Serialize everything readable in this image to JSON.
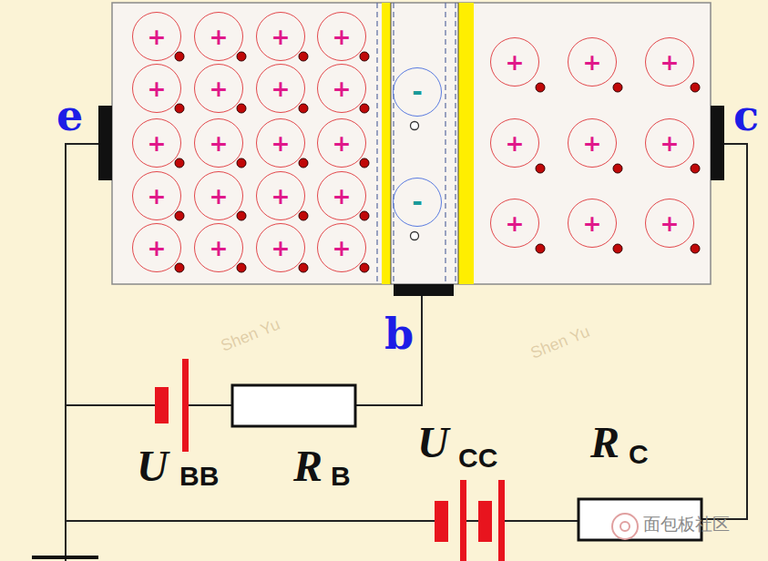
{
  "diagram": {
    "nodes": [
      {
        "text": [
          "+"
        ]
      },
      {
        "text": [
          "+"
        ]
      },
      {
        "text": [
          "+"
        ]
      },
      {
        "text": [
          "+"
        ]
      },
      {
        "text": [
          "+"
        ]
      },
      {
        "text": [
          "+"
        ]
      },
      {
        "text": [
          "+"
        ]
      },
      {
        "text": [
          "+"
        ]
      },
      {
        "text": [
          "+"
        ]
      },
      {
        "text": [
          "+"
        ]
      },
      {
        "text": [
          "+"
        ]
      },
      {
        "text": [
          "+"
        ]
      },
      {
        "text": [
          "+"
        ]
      },
      {
        "text": [
          "+"
        ]
      },
      {
        "text": [
          "+"
        ]
      },
      {
        "text": [
          "+"
        ]
      },
      {
        "text": [
          "+"
        ]
      },
      {
        "text": [
          "+"
        ]
      },
      {
        "text": [
          "+"
        ]
      },
      {
        "text": [
          "+"
        ]
      },
      {
        "text": [
          "-"
        ]
      },
      {
        "text": [
          "-"
        ]
      },
      {
        "text": [
          "+"
        ]
      },
      {
        "text": [
          "+"
        ]
      },
      {
        "text": [
          "+"
        ]
      },
      {
        "text": [
          "+"
        ]
      },
      {
        "text": [
          "+"
        ]
      },
      {
        "text": [
          "+"
        ]
      },
      {
        "text": [
          "+"
        ]
      },
      {
        "text": [
          "+"
        ]
      },
      {
        "text": [
          "+"
        ]
      }
    ],
    "labels": [
      "e",
      "c",
      "b",
      "U",
      "BB",
      "R",
      "B",
      "U",
      "CC",
      "R",
      "C",
      "Shen Yu",
      "Shen Yu",
      "面包板社区"
    ]
  }
}
